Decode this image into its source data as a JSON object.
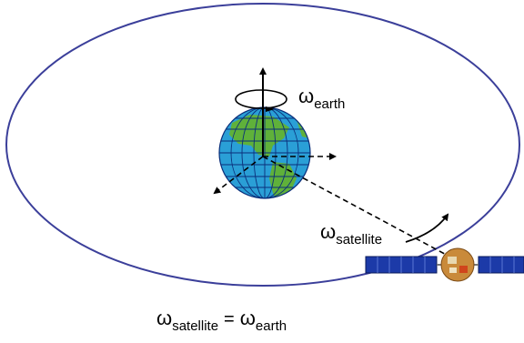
{
  "labels": {
    "omega": "ω",
    "earth_sub": "earth",
    "satellite_sub": "satellite",
    "equals": "=",
    "equation_sub_left": "satellite",
    "equation_sub_right": "earth"
  },
  "colors": {
    "orbit": "#3b3f9a",
    "ocean": "#2a9fd6",
    "land": "#5fb13a",
    "grid": "#0b2e7a",
    "arrow": "#000000",
    "panel": "#1c3aa8",
    "satellite_body": "#c98a3a"
  },
  "icons": {
    "earth": "earth-globe-icon",
    "satellite": "satellite-icon"
  }
}
